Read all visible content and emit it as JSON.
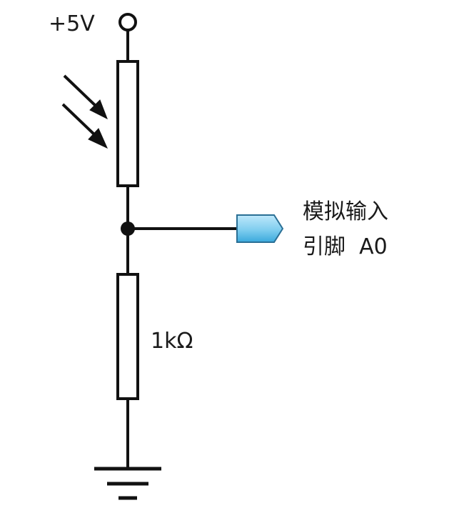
{
  "diagram": {
    "supply_label": "+5V",
    "resistor_label": "1kΩ",
    "pin_label_line1": "模拟输入",
    "pin_label_line2": "引脚  A0"
  },
  "colors": {
    "wire": "#111111",
    "component_outline": "#111111",
    "connector_fill_top": "#bfe8fb",
    "connector_fill_bottom": "#3aa9dc",
    "connector_outline": "#2a6f95",
    "text": "#1a1a1a"
  },
  "icons": {
    "supply_terminal": "open-circle-terminal",
    "photoresistor": "light-dependent-resistor",
    "light_arrows": "incident-light-arrows",
    "junction": "solder-dot",
    "fixed_resistor": "rectangular-resistor",
    "ground": "ground-symbol",
    "pin_connector": "pentagon-connector"
  }
}
